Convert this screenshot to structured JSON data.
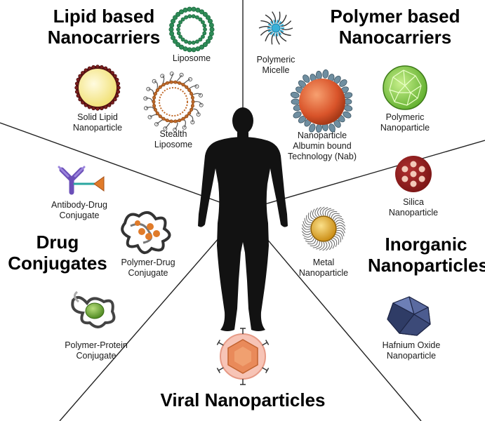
{
  "categories": {
    "lipid": [
      "Lipid based",
      "Nanocarriers"
    ],
    "polymer": [
      "Polymer based",
      "Nanocarriers"
    ],
    "drug": [
      "Drug",
      "Conjugates"
    ],
    "inorganic": [
      "Inorganic",
      "Nanoparticles"
    ],
    "viral": [
      "Viral Nanoparticles"
    ]
  },
  "items": {
    "liposome": [
      "Liposome"
    ],
    "solid_lipid": [
      "Solid Lipid",
      "Nanoparticle"
    ],
    "stealth": [
      "Stealth",
      "Liposome"
    ],
    "micelle": [
      "Polymeric",
      "Micelle"
    ],
    "nab": [
      "Nanoparticle",
      "Albumin bound",
      "Technology (Nab)"
    ],
    "polymeric_np": [
      "Polymeric",
      "Nanoparticle"
    ],
    "adc": [
      "Antibody-Drug",
      "Conjugate"
    ],
    "pdc": [
      "Polymer-Drug",
      "Conjugate"
    ],
    "ppc": [
      "Polymer-Protein",
      "Conjugate"
    ],
    "silica": [
      "Silica",
      "Nanoparticle"
    ],
    "metal": [
      "Metal",
      "Nanoparticle"
    ],
    "hafnium": [
      "Hafnium Oxide",
      "Nanoparticle"
    ]
  },
  "colors": {
    "divider": "#222222",
    "silhouette": "#121212",
    "liposome": "#2e8b57",
    "solid_lipid_core": "#fff6b0",
    "solid_lipid_shell": "#6b1a1a",
    "stealth": "#c06a2a",
    "micelle": "#3ab0d8",
    "nab_core": "#d9542a",
    "nab_shell": "#6f8ea0",
    "polymeric_np": "#7ac943",
    "adc_antibody": "#7a5cc7",
    "adc_drug": "#e07b2a",
    "pdc_drug": "#e07b2a",
    "ppc_protein": "#6aa33a",
    "silica": "#8b1e1e",
    "metal_core": "#e0a020",
    "hafnium": "#3b4a7a",
    "viral_capsid": "#e98a5a",
    "viral_envelope": "#f4b7a8"
  }
}
